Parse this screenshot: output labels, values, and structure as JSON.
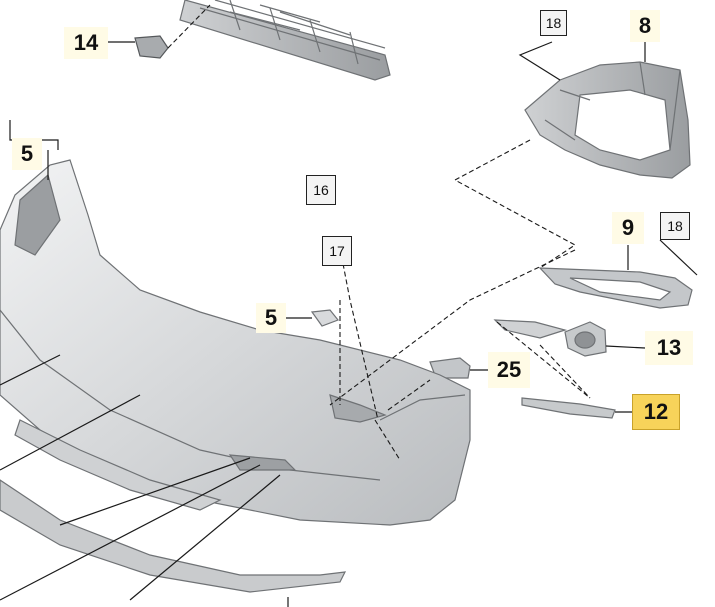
{
  "callouts": {
    "c14": "14",
    "c5_top": "5",
    "c18_top": "18",
    "c8": "8",
    "c16": "16",
    "c17": "17",
    "c9": "9",
    "c18_right": "18",
    "c5_mid": "5",
    "c13": "13",
    "c25": "25",
    "c12": "12"
  },
  "colors": {
    "highlight": "#f7d35a",
    "part_fill": "#d9dbdd",
    "line": "#1a1a1a"
  }
}
